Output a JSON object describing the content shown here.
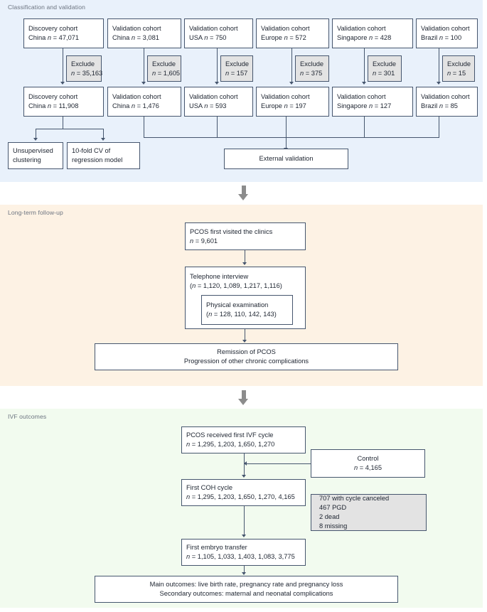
{
  "sections": [
    {
      "id": "classification",
      "title": "Classification and validation",
      "bg": "#e9f1fb"
    },
    {
      "id": "followup",
      "title": "Long-term follow-up",
      "bg": "#fdf2e4"
    },
    {
      "id": "ivf",
      "title": "IVF outcomes",
      "bg": "#f2fbef"
    }
  ],
  "classification": {
    "top_cohorts": [
      {
        "l1": "Discovery cohort",
        "l2pre": "China ",
        "l2n": "n",
        "l2post": " = 47,071"
      },
      {
        "l1": "Validation cohort",
        "l2pre": "China ",
        "l2n": "n",
        "l2post": " = 3,081"
      },
      {
        "l1": "Validation cohort",
        "l2pre": "USA ",
        "l2n": "n",
        "l2post": " = 750"
      },
      {
        "l1": "Validation cohort",
        "l2pre": "Europe ",
        "l2n": "n",
        "l2post": " = 572"
      },
      {
        "l1": "Validation cohort",
        "l2pre": "Singapore ",
        "l2n": "n",
        "l2post": " = 428"
      },
      {
        "l1": "Validation cohort",
        "l2pre": "Brazil ",
        "l2n": "n",
        "l2post": " = 100"
      }
    ],
    "excludes": [
      {
        "label": "Exclude",
        "n": "n",
        "value": " = 35,163"
      },
      {
        "label": "Exclude",
        "n": "n",
        "value": " = 1,605"
      },
      {
        "label": "Exclude",
        "n": "n",
        "value": " = 157"
      },
      {
        "label": "Exclude",
        "n": "n",
        "value": " = 375"
      },
      {
        "label": "Exclude",
        "n": "n",
        "value": " = 301"
      },
      {
        "label": "Exclude",
        "n": "n",
        "value": " = 15"
      }
    ],
    "bottom_cohorts": [
      {
        "l1": "Discovery cohort",
        "l2pre": "China ",
        "l2n": "n",
        "l2post": " = 11,908"
      },
      {
        "l1": "Validation cohort",
        "l2pre": "China ",
        "l2n": "n",
        "l2post": " = 1,476"
      },
      {
        "l1": "Validation cohort",
        "l2pre": "USA ",
        "l2n": "n",
        "l2post": " = 593"
      },
      {
        "l1": "Validation cohort",
        "l2pre": "Europe ",
        "l2n": "n",
        "l2post": " = 197"
      },
      {
        "l1": "Validation cohort",
        "l2pre": "Singapore ",
        "l2n": "n",
        "l2post": " = 127"
      },
      {
        "l1": "Validation cohort",
        "l2pre": "Brazil ",
        "l2n": "n",
        "l2post": " = 85"
      }
    ],
    "unsupervised": {
      "l1": "Unsupervised",
      "l2": "clustering"
    },
    "cv_model": {
      "l1": "10-fold CV of",
      "l2": "regression model"
    },
    "external_validation": "External validation"
  },
  "followup": {
    "first_visit": {
      "l1": "PCOS first visited the clinics",
      "l2n": "n",
      "l2post": " = 9,601"
    },
    "telephone": {
      "l1": "Telephone interview",
      "l2pre": "(",
      "l2n": "n",
      "l2post": " = 1,120, 1,089, 1,217, 1,116)"
    },
    "physical": {
      "l1": "Physical examination",
      "l2pre": "(",
      "l2n": "n",
      "l2post": " = 128, 110, 142, 143)"
    },
    "outcome": {
      "l1": "Remission of PCOS",
      "l2": "Progression of other chronic complications"
    }
  },
  "ivf": {
    "first_cycle": {
      "l1": "PCOS received first IVF cycle",
      "l2n": "n",
      "l2post": " = 1,295, 1,203, 1,650, 1,270"
    },
    "control": {
      "l1": "Control",
      "l2n": "n",
      "l2post": " = 4,165"
    },
    "coh": {
      "l1": "First COH cycle",
      "l2n": "n",
      "l2post": " = 1,295, 1,203, 1,650, 1,270, 4,165"
    },
    "exclusions": [
      "707 with cycle canceled",
      "467 PGD",
      "2 dead",
      "8 missing"
    ],
    "embryo": {
      "l1": "First embryo transfer",
      "l2n": "n",
      "l2post": " = 1,105, 1,033, 1,403, 1,083, 3,775"
    },
    "outcomes": {
      "l1": "Main outcomes: live birth rate, pregnancy rate and pregnancy loss",
      "l2": "Secondary outcomes: maternal and neonatal complications"
    }
  },
  "colors": {
    "stroke": "#46566e",
    "gray_box": "#e3e3e3",
    "arrow_gray": "#8c8c8c",
    "text": "#1d2430",
    "title_text": "#6c7480"
  }
}
